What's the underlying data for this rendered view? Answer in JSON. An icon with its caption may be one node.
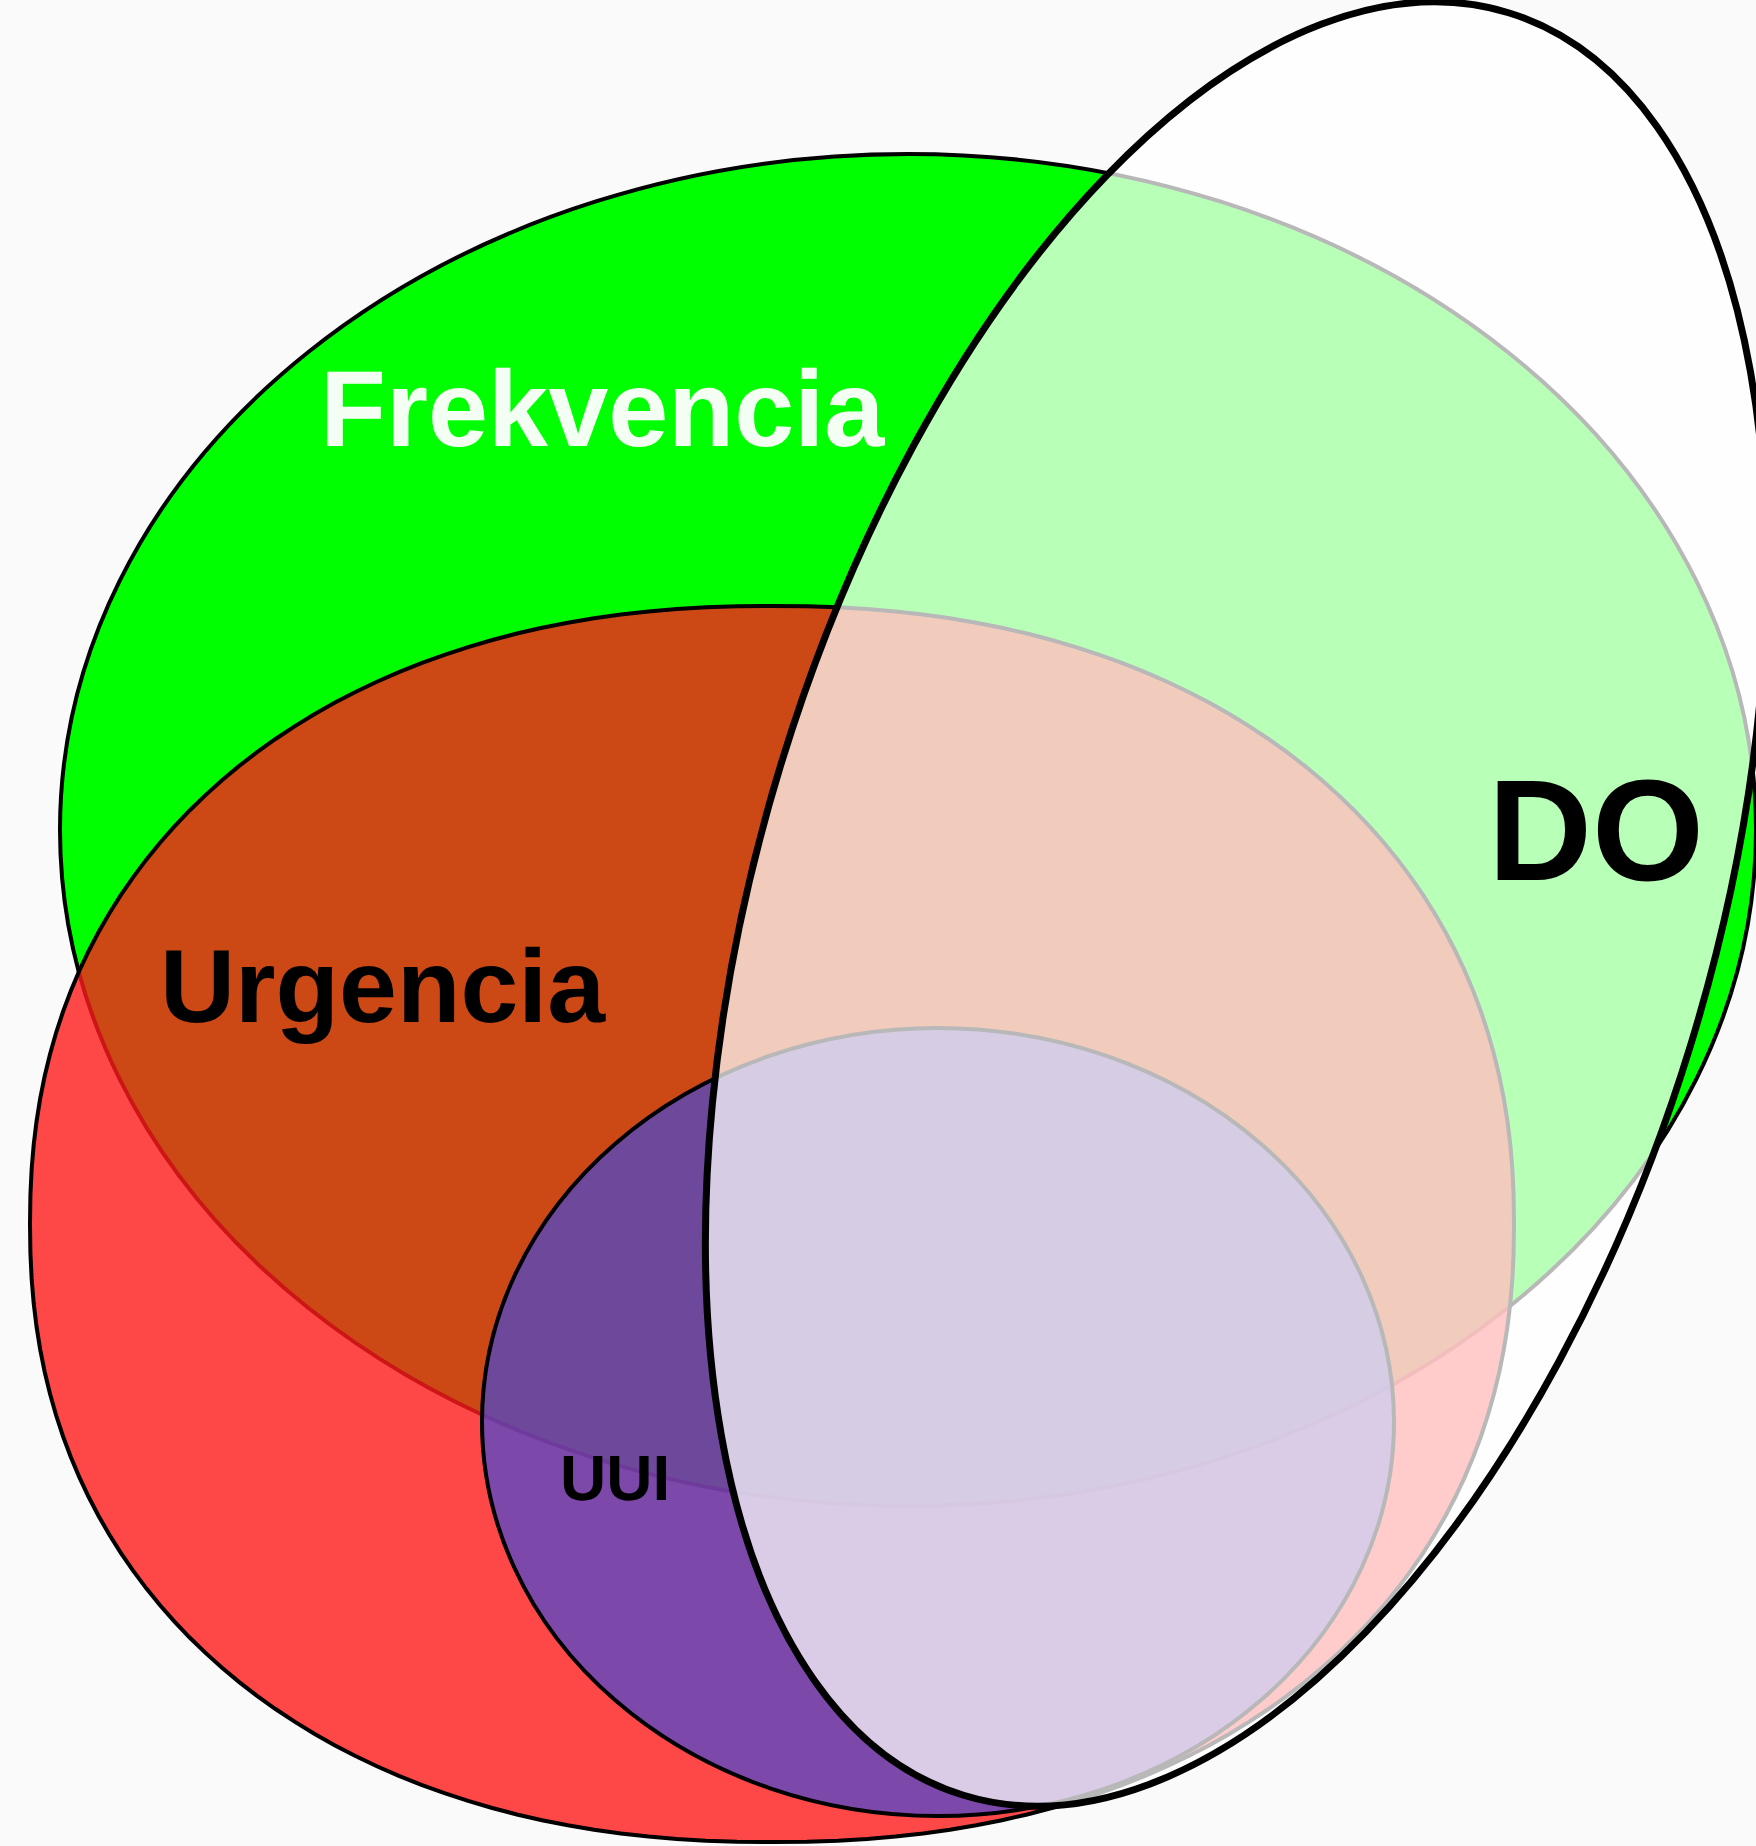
{
  "diagram": {
    "nodes": [
      {
        "text": [
          "Frekvencia"
        ]
      },
      {
        "text": [
          "Urgencia"
        ]
      },
      {
        "text": [
          "UUI"
        ],
        "in": 1
      },
      {
        "text": [
          "DO"
        ]
      }
    ]
  }
}
